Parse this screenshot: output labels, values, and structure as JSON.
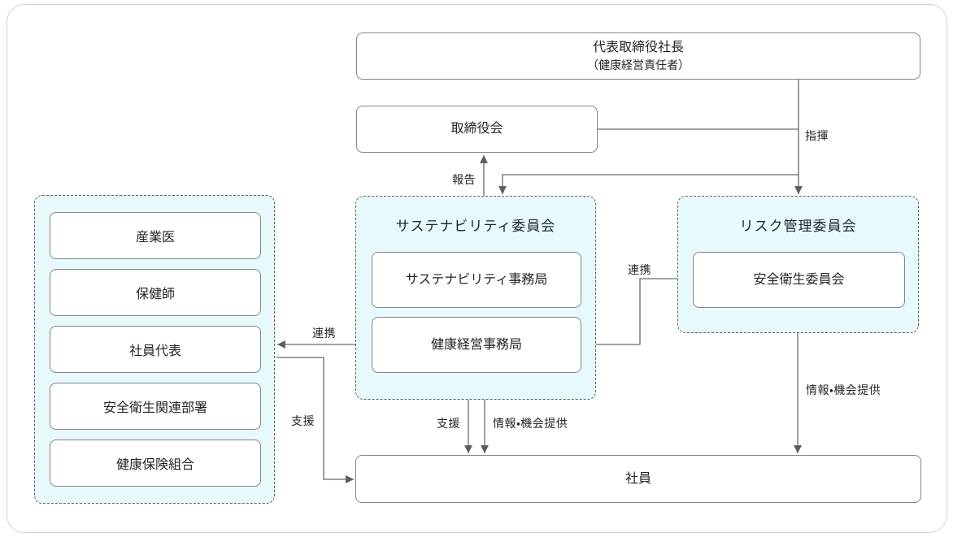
{
  "diagram": {
    "nodes": {
      "president": {
        "title": "代表取締役社長",
        "subtitle": "（健康経営責任者）"
      },
      "board": {
        "label": "取締役会"
      },
      "sustainability_committee": {
        "title": "サステナビリティ委員会"
      },
      "sustainability_office": {
        "label": "サステナビリティ事務局"
      },
      "health_office": {
        "label": "健康経営事務局"
      },
      "risk_committee": {
        "title": "リスク管理委員会"
      },
      "safety_committee": {
        "label": "安全衛生委員会"
      },
      "support_group": {
        "members": [
          "産業医",
          "保健師",
          "社員代表",
          "安全衛生関連部署",
          "健康保険組合"
        ]
      },
      "employees": {
        "label": "社員"
      }
    },
    "edge_labels": {
      "command": "指揮",
      "report": "報告",
      "cooperation_left": "連携",
      "cooperation_mid": "連携",
      "support_left": "支援",
      "support_mid": "支援",
      "info_opportunity_mid": "情報・機会提供",
      "info_opportunity_right": "情報・機会提供"
    },
    "colors": {
      "committee_fill": "#e8f9fb",
      "box_border": "#7e868c",
      "dashed_border": "#59626c",
      "line": "#666b70",
      "arrowhead": "#565d63",
      "text": "#1f2429",
      "outer_border": "#cfd2d4"
    }
  }
}
